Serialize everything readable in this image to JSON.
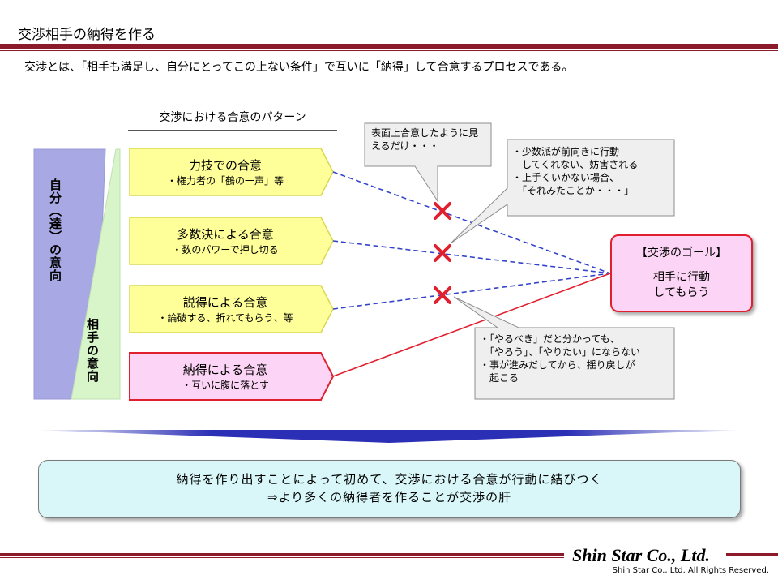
{
  "header": {
    "title": "交渉相手の納得を作る",
    "subtitle": "交渉とは、「相手も満足し、自分にとってこの上ない条件」で互いに「納得」して合意するプロセスである。"
  },
  "diagram": {
    "pattern_heading": "交渉における合意のパターン",
    "self_intent_label": "自分（達）の意向",
    "other_intent_label": "相手の意向",
    "patterns": [
      {
        "title": "力技での合意",
        "sub": "・権力者の「鶴の一声」等"
      },
      {
        "title": "多数決による合意",
        "sub": "・数のパワーで押し切る"
      },
      {
        "title": "説得による合意",
        "sub": "・論破する、折れてもらう、等"
      },
      {
        "title": "納得による合意",
        "sub": "・互いに腹に落とす"
      }
    ],
    "callout_top": "表面上合意したように見えるだけ・・・",
    "callout_right_top": [
      "・少数派が前向きに行動",
      "　してくれない、妨害される",
      "・上手くいかない場合、",
      "　「それみたことか・・・」"
    ],
    "callout_right_bottom": [
      "・「やるべき」だと分かっても、",
      "　「やろう」、「やりたい」にならない",
      "・事が進みだしてから、揺り戻しが",
      "　起こる"
    ],
    "goal_title": "【交渉のゴール】",
    "goal_text": [
      "相手に行動",
      "してもらう"
    ],
    "colors": {
      "blue_bar": "#a8a8e4",
      "green_bar": "#d7f5c9",
      "pattern_fill": "#ffff99",
      "pattern_highlight_fill": "#fcd4f5",
      "goal_border": "#e0202e",
      "dashed_line": "#3344cc",
      "solid_line": "#e0202e",
      "accent": "#8b1a2b"
    }
  },
  "conclusion": {
    "line1": "納得を作り出すことによって初めて、交渉における合意が行動に結びつく",
    "line2": "⇒より多くの納得者を作ることが交渉の肝"
  },
  "footer": {
    "logo": "Shin Star Co., Ltd.",
    "copyright": "Shin Star Co., Ltd.  All Rights Reserved."
  }
}
